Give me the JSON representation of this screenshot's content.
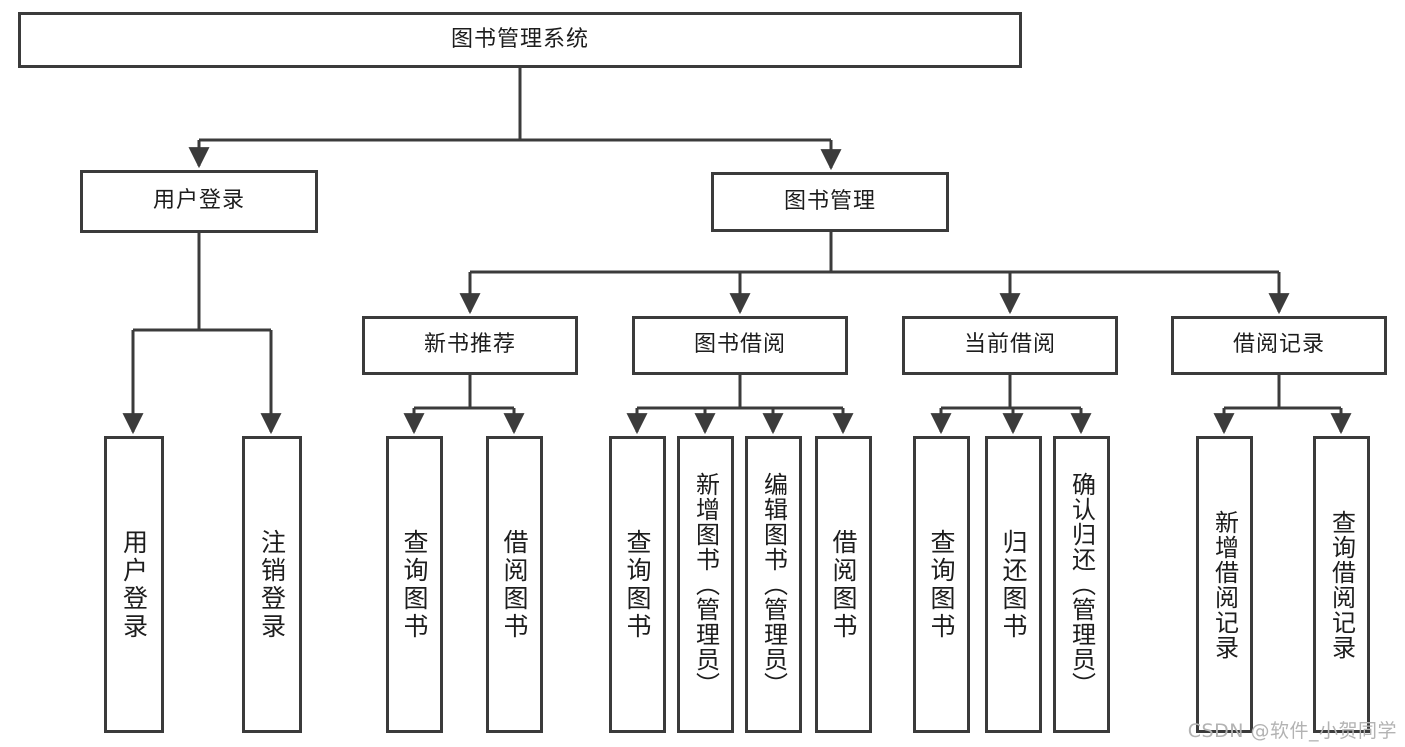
{
  "diagram": {
    "title": "图书管理系统",
    "type": "hierarchy-tree",
    "watermark": "CSDN @软件_小贺同学",
    "colors": {
      "background": "#ffffff",
      "border": "#3b3b3b",
      "text": "#1d1d1d",
      "watermark": "#b3b3b3"
    },
    "levels": {
      "root": [
        "图书管理系统"
      ],
      "level2": [
        "用户登录",
        "图书管理"
      ],
      "level3": [
        "新书推荐",
        "图书借阅",
        "当前借阅",
        "借阅记录"
      ],
      "leaves": [
        "用户登录",
        "注销登录",
        "查询图书",
        "借阅图书",
        "查询图书",
        "新增图书（管理员）",
        "编辑图书（管理员）",
        "借阅图书",
        "查询图书",
        "归还图书",
        "确认归还（管理员）",
        "新增借阅记录",
        "查询借阅记录"
      ]
    },
    "nodes": {
      "root": {
        "label": "图书管理系统"
      },
      "user_login": {
        "label": "用户登录"
      },
      "book_manage": {
        "label": "图书管理"
      },
      "new_book_rec": {
        "label": "新书推荐"
      },
      "book_borrow": {
        "label": "图书借阅"
      },
      "current_borrow": {
        "label": "当前借阅"
      },
      "borrow_record": {
        "label": "借阅记录"
      },
      "leaf_user_login": {
        "label": "用户登录"
      },
      "leaf_user_logout": {
        "label": "注销登录"
      },
      "leaf_rec_query": {
        "label": "查询图书"
      },
      "leaf_rec_borrow": {
        "label": "借阅图书"
      },
      "leaf_borrow_query": {
        "label": "查询图书"
      },
      "leaf_borrow_add": {
        "label": "新增图书（管理员）"
      },
      "leaf_borrow_edit": {
        "label": "编辑图书（管理员）"
      },
      "leaf_borrow_lend": {
        "label": "借阅图书"
      },
      "leaf_cur_query": {
        "label": "查询图书"
      },
      "leaf_cur_return": {
        "label": "归还图书"
      },
      "leaf_cur_confirm": {
        "label": "确认归还（管理员）"
      },
      "leaf_rec_add": {
        "label": "新增借阅记录"
      },
      "leaf_rec_search": {
        "label": "查询借阅记录"
      }
    }
  }
}
